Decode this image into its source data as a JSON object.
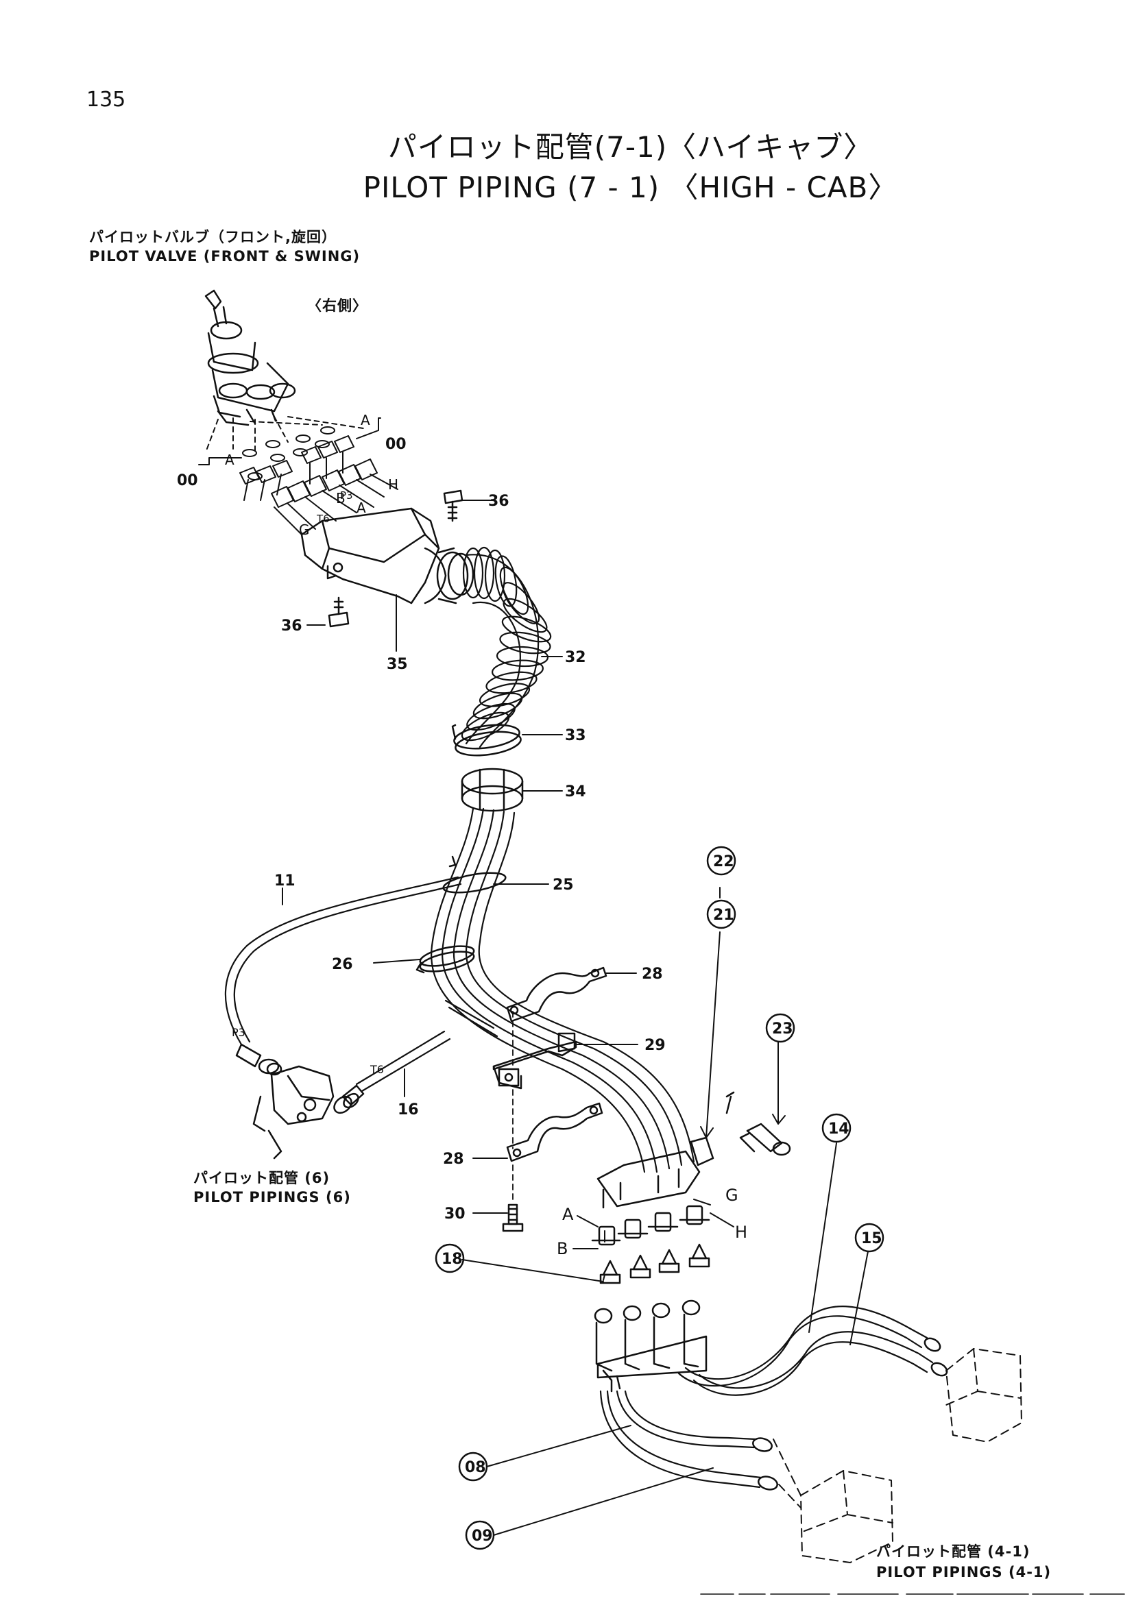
{
  "page_number": "135",
  "title": {
    "jp": "パイロット配管(7-1)〈ハイキャブ〉",
    "en": "PILOT    PIPING (7 - 1) 〈HIGH - CAB〉"
  },
  "captions": {
    "pilot_valve_jp": "パイロットバルブ（フロント,旋回）",
    "pilot_valve_en": "PILOT VALVE (FRONT & SWING)",
    "right_side": "〈右側〉",
    "pilot_pipings6_jp": "パイロット配管 (6)",
    "pilot_pipings6_en": "PILOT PIPINGS (6)",
    "pilot_pipings41_jp": "パイロット配管 (4-1)",
    "pilot_pipings41_en": "PILOT PIPINGS (4-1)"
  },
  "callouts": {
    "c00a": "00",
    "c00b": "00",
    "c36a": "36",
    "c36b": "36",
    "c35": "35",
    "c32": "32",
    "c33": "33",
    "c34": "34",
    "c25": "25",
    "c11": "11",
    "c26": "26",
    "c28a": "28",
    "c28b": "28",
    "c29": "29",
    "c16": "16",
    "c30": "30",
    "c22": "22",
    "c21": "21",
    "c23": "23",
    "c14": "14",
    "c15": "15",
    "c18": "18",
    "c08": "08",
    "c09": "09"
  },
  "port_labels": {
    "A1": "A",
    "A2": "A",
    "A3": "A",
    "B1": "B",
    "B2": "B",
    "G1": "G",
    "G2": "G",
    "H1": "H",
    "H2": "H",
    "P3a": "P3",
    "P3b": "P3",
    "T6a": "T6",
    "T6b": "T6"
  }
}
